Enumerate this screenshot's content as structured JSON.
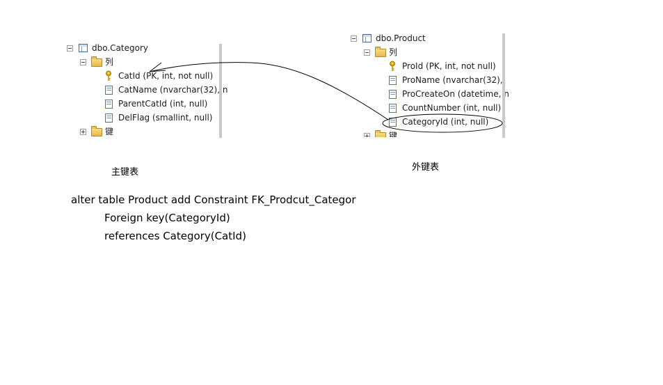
{
  "primary_table": {
    "name": "dbo.Category",
    "columns_folder": "列",
    "keys_folder": "键",
    "columns": [
      {
        "label": "CatId (PK, int, not null)",
        "icon": "primary-key-icon"
      },
      {
        "label": "CatName (nvarchar(32), n",
        "icon": "column-icon"
      },
      {
        "label": "ParentCatId (int, null)",
        "icon": "column-icon"
      },
      {
        "label": "DelFlag (smallint, null)",
        "icon": "column-icon"
      }
    ],
    "caption": "主键表"
  },
  "foreign_table": {
    "name": "dbo.Product",
    "columns_folder": "列",
    "keys_folder": "键",
    "columns": [
      {
        "label": "ProId (PK, int, not null)",
        "icon": "primary-key-icon"
      },
      {
        "label": "ProName (nvarchar(32),",
        "icon": "column-icon"
      },
      {
        "label": "ProCreateOn (datetime, n",
        "icon": "column-icon"
      },
      {
        "label": "CountNumber (int, null)",
        "icon": "column-icon"
      },
      {
        "label": "CategoryId (int, null)",
        "icon": "column-icon"
      }
    ],
    "caption": "外键表"
  },
  "sql": {
    "line1": "alter table Product add Constraint  FK_Prodcut_Categor",
    "line2": "Foreign key(CategoryId)",
    "line3": "references Category(CatId)"
  },
  "colors": {
    "arrow": "#000000",
    "tree_text": "#1b1b1b",
    "key_gold": "#e0a800"
  }
}
